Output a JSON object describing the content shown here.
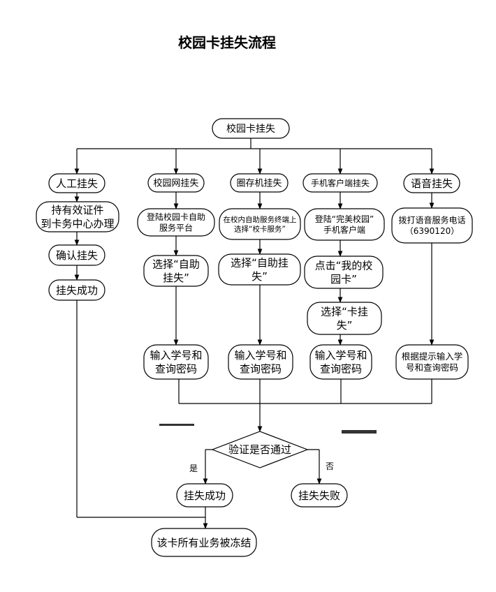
{
  "title": "校园卡挂失流程",
  "nodes": {
    "root": [
      "校园卡挂失"
    ],
    "manual": [
      "人工挂失"
    ],
    "manual_step1": [
      "持有效证件",
      "到卡务中心办理"
    ],
    "manual_step2": [
      "确认挂失"
    ],
    "manual_step3": [
      "挂失成功"
    ],
    "web": [
      "校园网挂失"
    ],
    "web_step1": [
      "登陆校园卡自助",
      "服务平台"
    ],
    "web_step2": [
      "选择“自助",
      "挂失”"
    ],
    "web_step3": [
      "输入学号和",
      "查询密码"
    ],
    "kiosk": [
      "圈存机挂失"
    ],
    "kiosk_step1": [
      "在校内自助服务终端上",
      "选择“校卡服务”"
    ],
    "kiosk_step2": [
      "选择“自助挂",
      "失”"
    ],
    "kiosk_step3": [
      "输入学号和",
      "查询密码"
    ],
    "mobile": [
      "手机客户端挂失"
    ],
    "mobile_step1": [
      "登陆“完美校园”",
      "手机客户端"
    ],
    "mobile_step2": [
      "点击“我的校",
      "园卡”"
    ],
    "mobile_step3": [
      "选择“卡挂",
      "失”"
    ],
    "mobile_step4": [
      "输入学号和",
      "查询密码"
    ],
    "voice": [
      "语音挂失"
    ],
    "voice_step1": [
      "拨打语音服务电话",
      "（6390120）"
    ],
    "voice_step2": [
      "根据提示输入学",
      "号和查询密码"
    ],
    "decision": [
      "验证是否通过"
    ],
    "success": [
      "挂失成功"
    ],
    "failure": [
      "挂失失败"
    ],
    "final": [
      "该卡所有业务被冻结"
    ]
  },
  "edge_labels": {
    "yes": "是",
    "no": "否"
  }
}
